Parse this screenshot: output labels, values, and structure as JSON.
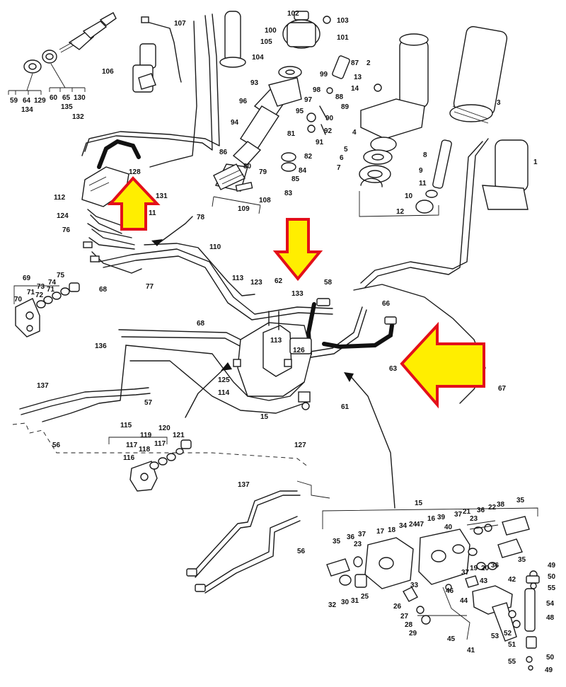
{
  "diagram": {
    "highlight": {
      "fill": "#ffee00",
      "stroke": "#e3101a"
    },
    "labels": {
      "l107": "107",
      "l102": "102",
      "l103": "103",
      "l100": "100",
      "l101": "101",
      "l105": "105",
      "l104": "104",
      "l106": "106",
      "l87": "87",
      "l2": "2",
      "l99": "99",
      "l13": "13",
      "l14": "14",
      "l98": "98",
      "l88": "88",
      "l93": "93",
      "l97": "97",
      "l89": "89",
      "l96": "96",
      "l95": "95",
      "l90": "90",
      "l3": "3",
      "l94": "94",
      "l92": "92",
      "l4": "4",
      "l81": "81",
      "l91": "91",
      "l132": "132",
      "l5": "5",
      "l8": "8",
      "l86": "86",
      "l82": "82",
      "l6": "6",
      "l80": "80",
      "l7": "7",
      "l128": "128",
      "l79": "79",
      "l84": "84",
      "l9": "9",
      "l11a": "11",
      "l85": "85",
      "l1": "1",
      "l131": "131",
      "l108": "108",
      "l83": "83",
      "l10": "10",
      "l112": "112",
      "l109": "109",
      "l12": "12",
      "l11b": "11",
      "l124": "124",
      "l78": "78",
      "l76": "76",
      "l110": "110",
      "l69": "69",
      "l75": "75",
      "l74": "74",
      "l113a": "113",
      "l123": "123",
      "l62": "62",
      "l58": "58",
      "l73": "73",
      "l71a": "71",
      "l71b": "71",
      "l68a": "68",
      "l77": "77",
      "l133": "133",
      "l70": "70",
      "l72": "72",
      "l66": "66",
      "l68b": "68",
      "l113b": "113",
      "l136": "136",
      "l126": "126",
      "l63": "63",
      "l125": "125",
      "l137a": "137",
      "l114": "114",
      "l67": "67",
      "l57": "57",
      "l15a": "15",
      "l61": "61",
      "l115": "115",
      "l120": "120",
      "l119": "119",
      "l117a": "117",
      "l121": "121",
      "l118": "118",
      "l117b": "117",
      "l56a": "56",
      "l127": "127",
      "l116": "116",
      "l137b": "137",
      "l56b": "56",
      "l15b": "15",
      "l22": "22",
      "l36a": "36",
      "l38": "38",
      "l35a": "35",
      "l16": "16",
      "l39": "39",
      "l37a": "37",
      "l21": "21",
      "l18": "18",
      "l34": "34",
      "l24": "24",
      "l40": "40",
      "l23a": "23",
      "l47": "47",
      "l36b": "36",
      "l37b": "37",
      "l17": "17",
      "l35b": "35",
      "l23b": "23",
      "l19": "19",
      "l37c": "37",
      "l20": "20",
      "l36c": "36",
      "l35c": "35",
      "l49a": "49",
      "l33": "33",
      "l43": "43",
      "l42": "42",
      "l50a": "50",
      "l46": "46",
      "l55a": "55",
      "l31": "31",
      "l30": "30",
      "l25": "25",
      "l26": "26",
      "l44": "44",
      "l32": "32",
      "l54": "54",
      "l27": "27",
      "l48": "48",
      "l28": "28",
      "l29": "29",
      "l53": "53",
      "l52": "52",
      "l45": "45",
      "l51": "51",
      "l41": "41",
      "l50b": "50",
      "l55b": "55",
      "l49b": "49"
    },
    "groups": {
      "g59": "59",
      "g64": "64",
      "g129": "129",
      "g134": "134",
      "g60": "60",
      "g65": "65",
      "g130": "130",
      "g135": "135"
    }
  }
}
